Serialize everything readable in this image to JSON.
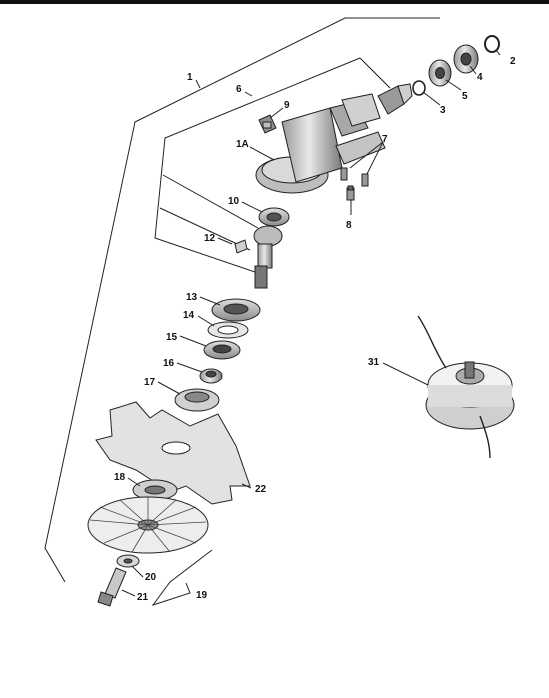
{
  "callouts": {
    "c1": "1",
    "c1A": "1A",
    "c2": "2",
    "c3": "3",
    "c4": "4",
    "c5": "5",
    "c6": "6",
    "c7": "7",
    "c8": "8",
    "c9": "9",
    "c10": "10",
    "c12": "12",
    "c13": "13",
    "c14": "14",
    "c15": "15",
    "c16": "16",
    "c17": "17",
    "c18": "18",
    "c19": "19",
    "c20": "20",
    "c21": "21",
    "c22": "22",
    "c31": "31"
  }
}
